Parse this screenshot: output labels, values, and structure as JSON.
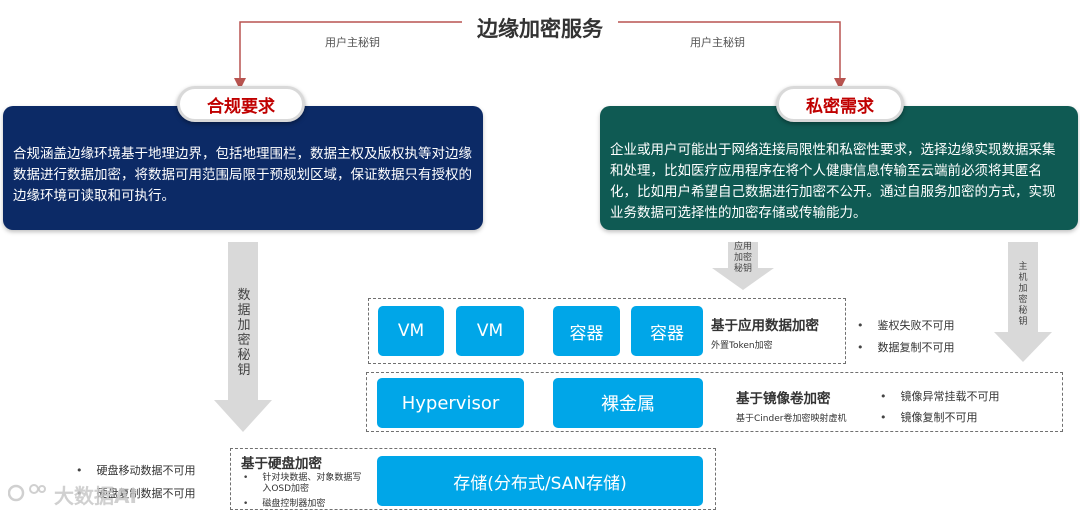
{
  "title": "边缘加密服务",
  "top_links": {
    "left_key": "用户主秘钥",
    "right_key": "用户主秘钥"
  },
  "compliance": {
    "heading": "合规要求",
    "text": "合规涵盖边缘环境基于地理边界，包括地理围栏，数据主权及版权执等对边缘数据进行数据加密，将数据可用范围局限于预规划区域，保证数据只有授权的边缘环境可读取和可执行。"
  },
  "privacy": {
    "heading": "私密需求",
    "text": "企业或用户可能出于网络连接局限性和私密性要求，选择边缘实现数据采集和处理，比如医疗应用程序在将个人健康信息传输至云端前必须将其匿名化，比如用户希望自己数据进行加密不公开。通过自服务加密的方式，实现业务数据可选择性的加密存储或传输能力。"
  },
  "arrows": {
    "left": "数据加密秘钥",
    "mid": "应用加密秘钥",
    "right": "主机加密秘钥"
  },
  "app_layer": {
    "boxes": [
      "VM",
      "VM",
      "容器",
      "容器"
    ],
    "title": "基于应用数据加密",
    "subtitle": "外置Token加密",
    "bullets": [
      "鉴权失败不可用",
      "数据复制不可用"
    ]
  },
  "image_layer": {
    "boxes": [
      "Hypervisor",
      "裸金属"
    ],
    "title": "基于镜像卷加密",
    "subtitle": "基于Cinder卷加密映射虚机",
    "bullets": [
      "镜像异常挂载不可用",
      "镜像复制不可用"
    ]
  },
  "disk_layer": {
    "box": "存储(分布式/SAN存储)",
    "title": "基于硬盘加密",
    "subs": [
      "针对块数据、对象数据写入OSD加密",
      "磁盘控制器加密"
    ],
    "bullets": [
      "硬盘移动数据不可用",
      "硬盘复制数据不可用"
    ]
  },
  "watermark": "大数据AI",
  "colors": {
    "left_panel": "#0c2a66",
    "right_panel": "#0f5a53",
    "box_blue": "#00a6e8",
    "heading_red": "#c00000",
    "connector": "#b85450",
    "arrow_gray": "#d9d9d9"
  }
}
